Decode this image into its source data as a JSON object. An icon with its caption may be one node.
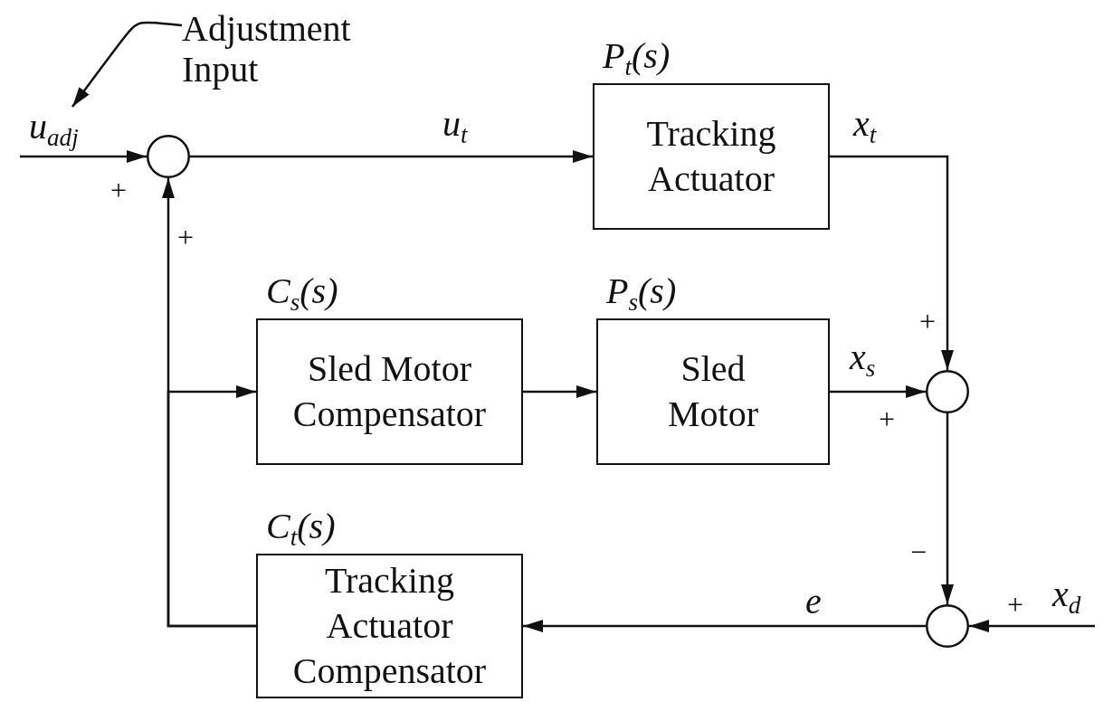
{
  "diagram": {
    "nodes": [
      {
        "text": [
          "Adjustment Input"
        ]
      },
      {
        "text": [],
        "shape": "circle"
      },
      {
        "text": [
          "P$_{t}$(s)",
          "Tracking Actuator"
        ]
      },
      {
        "text": [
          "C$_{s}$(s)",
          "Sled Motor Compensator"
        ]
      },
      {
        "text": [
          "P$_{s}$(s)",
          "Sled Motor"
        ]
      },
      {
        "text": [],
        "shape": "circle"
      },
      {
        "text": [
          "C$_{t}$(s)",
          "Tracking Actuator Compensator"
        ]
      },
      {
        "text": [],
        "shape": "circle"
      }
    ],
    "edges": [
      {
        "from": null,
        "to": 1,
        "arrow": "to",
        "label": "u$_{adj}$"
      },
      {
        "from": 1,
        "to": 2,
        "arrow": "to",
        "label": "u$_{t}$"
      },
      {
        "from": 2,
        "to": 5,
        "arrow": "to",
        "label": "x$_{t}$"
      },
      {
        "from": 4,
        "to": 5,
        "arrow": "to",
        "label": "x$_{s}$"
      },
      {
        "from": 3,
        "to": 4,
        "arrow": "to"
      },
      {
        "from": 5,
        "to": 7,
        "arrow": "to"
      },
      {
        "from": null,
        "to": 7,
        "arrow": "to",
        "label": "x$_{d}$"
      },
      {
        "from": 7,
        "to": 6,
        "arrow": "to",
        "label": "e"
      },
      {
        "from": 6,
        "to": 1,
        "arrow": "to"
      },
      {
        "from": 6,
        "to": 3,
        "arrow": "to"
      },
      {
        "from": 0,
        "to": null,
        "arrow": "to"
      }
    ],
    "labels": [
      "+",
      "+",
      "+",
      "+",
      "−",
      "+"
    ]
  }
}
